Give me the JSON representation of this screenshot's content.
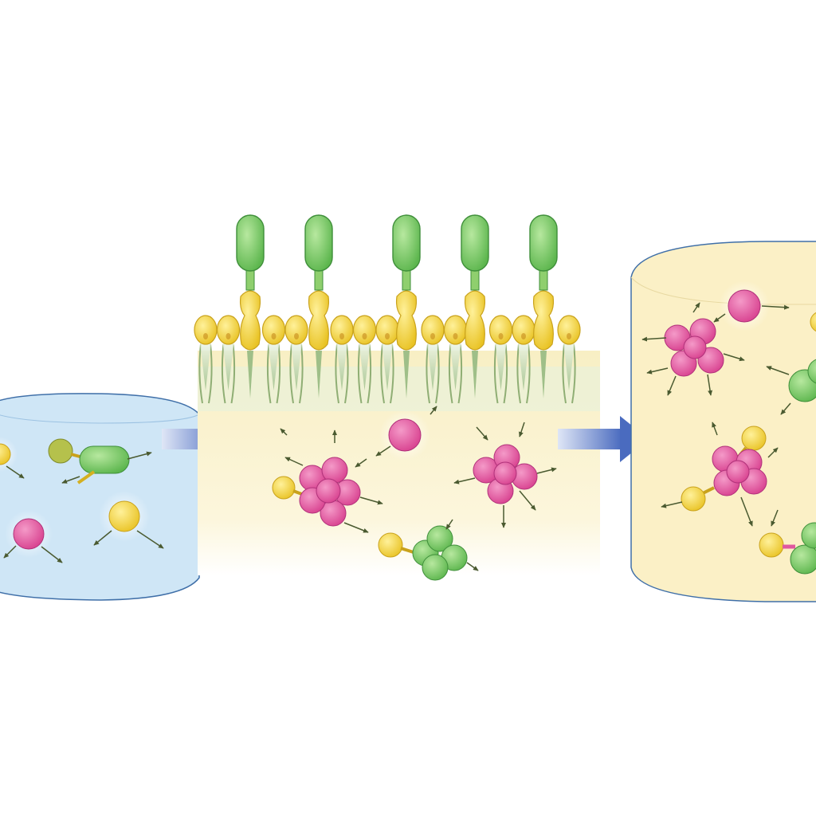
{
  "diagram": {
    "stages": [
      {
        "name": "left-compartment",
        "fill": "#cfe6f6",
        "stroke": "#3f6fa8"
      },
      {
        "name": "membrane-interface",
        "fill": "#fbf3cf"
      },
      {
        "name": "right-compartment",
        "fill": "#fbf0c6",
        "stroke": "#3f6fa8"
      }
    ],
    "arrows": [
      "arrow-left-to-membrane",
      "arrow-membrane-to-right"
    ],
    "colors": {
      "yellow_head": "#f6d94a",
      "yellow_stroke": "#c9a21c",
      "green": "#7ccc68",
      "green_stroke": "#3f8f3a",
      "pink": "#e0579f",
      "pink_stroke": "#b0327a",
      "olive": "#b5c14c",
      "arrow_blue": "#4a6bbf",
      "small_arrow": "#4a5a30"
    }
  }
}
